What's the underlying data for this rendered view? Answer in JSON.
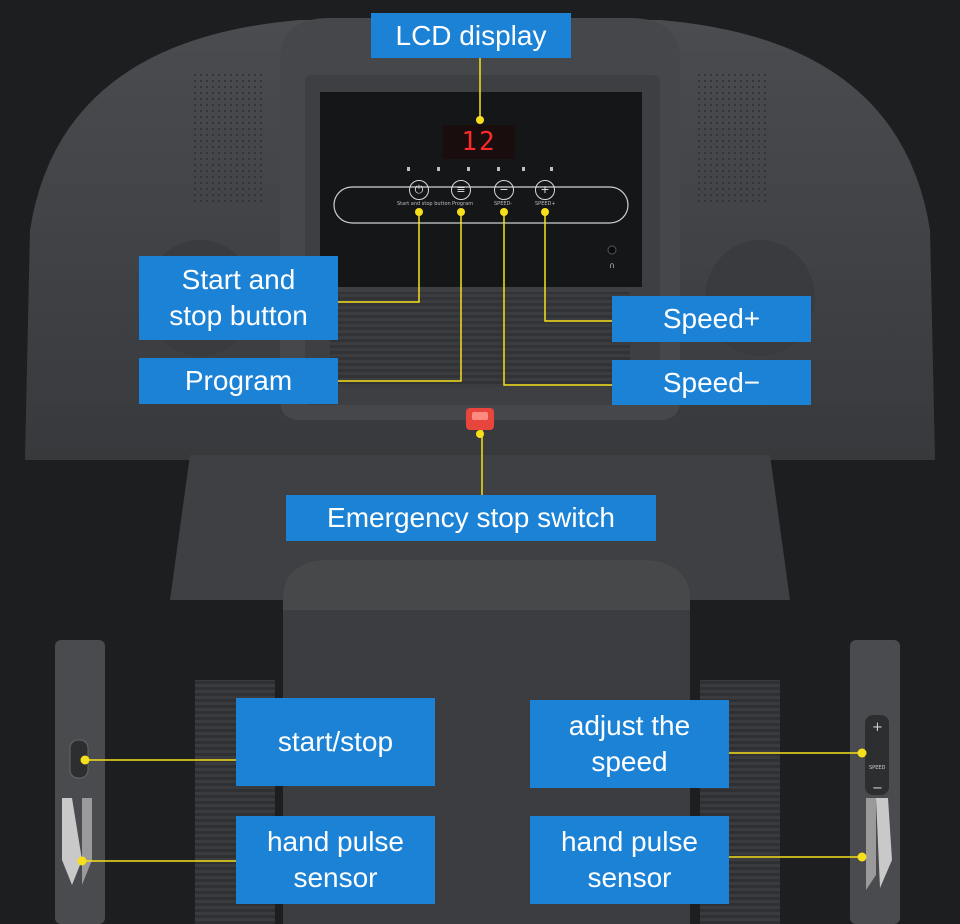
{
  "lcd": {
    "value": "12"
  },
  "console_buttons": {
    "start_stop": {
      "icon": "power-icon",
      "caption": "Start and stop button"
    },
    "program": {
      "icon": "menu-icon",
      "caption": "Program"
    },
    "speed_minus": {
      "icon": "minus-icon",
      "caption": "SPEED-"
    },
    "speed_plus": {
      "icon": "plus-icon",
      "caption": "SPEED+"
    }
  },
  "handrail": {
    "plus": "+",
    "minus": "−",
    "speed": "SPEED"
  },
  "labels": {
    "lcd_display": "LCD display",
    "start_stop_button": "Start and\nstop button",
    "program": "Program",
    "speed_plus": "Speed+",
    "speed_minus": "Speed−",
    "emergency_stop": "Emergency stop switch",
    "start_stop_rail": "start/stop",
    "adjust_speed": "adjust the\nspeed",
    "hand_pulse_left": "hand pulse\nsensor",
    "hand_pulse_right": "hand pulse\nsensor"
  },
  "colors": {
    "label_bg": "#1b82d6",
    "leader_line": "#f7e01b",
    "lcd_text": "#ff2a2a",
    "emergency_key": "#e8453c"
  }
}
